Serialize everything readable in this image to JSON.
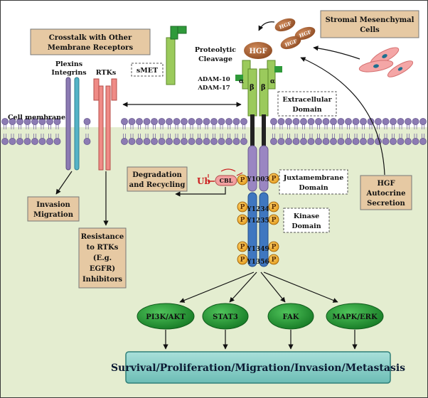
{
  "labels": {
    "crosstalk": [
      "Crosstalk with Other",
      "Membrane Receptors"
    ],
    "stromal": [
      "Stromal Mesenchymal",
      "Cells"
    ],
    "hgf": "HGF",
    "proteolytic": [
      "Proteolytic",
      "Cleavage"
    ],
    "adam": [
      "ADAM-10",
      "ADAM-17"
    ],
    "smet": "sMET",
    "plexins": [
      "Plexins",
      "Integrins"
    ],
    "rtks": "RTKs",
    "cell_membrane": "Cell membrane",
    "extracellular": [
      "Extracellular",
      "Domain"
    ],
    "alpha": "α",
    "beta": "β",
    "degradation": [
      "Degradation",
      "and Recycling"
    ],
    "ub": "Ub",
    "cbl": "CBL",
    "juxtamembrane": [
      "Juxtamembrane",
      "Domain"
    ],
    "kinase": [
      "Kinase",
      "Domain"
    ],
    "autocrine": [
      "HGF",
      "Autocrine",
      "Secretion"
    ],
    "invasion": [
      "Invasion",
      "Migration"
    ],
    "resistance": [
      "Resistance",
      "to RTKs",
      "(E.g.",
      "EGFR)",
      "Inhibitors"
    ],
    "p": "P",
    "residues": [
      "Y1003",
      "Y1234",
      "Y1235",
      "Y1349",
      "Y1356"
    ],
    "pathways": [
      "PI3K/AKT",
      "STAT3",
      "FAK",
      "MAPK/ERK"
    ],
    "outcome": "Survival/Proliferation/Migration/Invasion/Metastasis"
  },
  "colors": {
    "extracellular_bg": "#ffffff",
    "intracellular_bg": "#e4edd0",
    "membrane_head": "#8c7bb3",
    "box_fill": "#e6c9a3",
    "receptor_green": "#9bca5c",
    "hgf_brown": "#b06a3c",
    "pathway_green": "#1f8a2e",
    "outcome_teal": "#7ccbc3",
    "phospho_orange": "#f2b03a",
    "kinase_blue": "#3f77c0",
    "juxta_purple": "#9a86c2",
    "rtk_pink": "#ef8b86"
  }
}
